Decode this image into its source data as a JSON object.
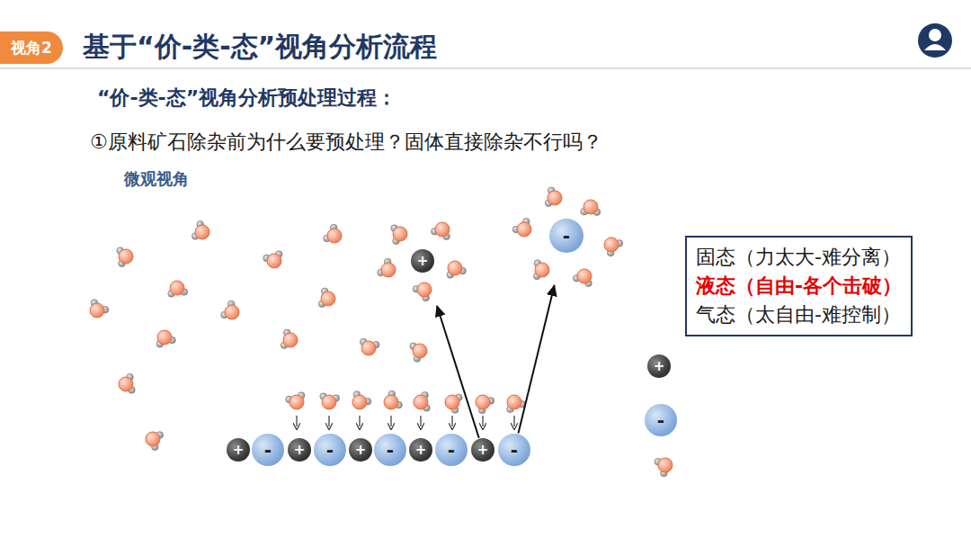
{
  "diagram": {
    "title": "基于“价-类-态”视角分析流程",
    "nodes": [
      {
        "text": [
          "视角2"
        ]
      },
      {
        "text": [
          "+"
        ]
      },
      {
        "text": [
          "-"
        ]
      },
      {
        "text": [
          "固态（力太大-难分离）",
          "液态（自由-各个击破）",
          "气态（太自由-难控制）"
        ]
      },
      {
        "text": [
          "+"
        ]
      },
      {
        "text": [
          "-"
        ]
      },
      {
        "text": [
          "+"
        ]
      },
      {
        "text": [
          "-"
        ]
      },
      {
        "text": [
          "+"
        ]
      },
      {
        "text": [
          "-"
        ]
      },
      {
        "text": [
          "+"
        ]
      },
      {
        "text": [
          "-"
        ]
      },
      {
        "text": [
          "+"
        ]
      },
      {
        "text": [
          "-"
        ]
      },
      {
        "text": [
          "+"
        ]
      },
      {
        "text": [
          "-"
        ]
      }
    ],
    "edges": [
      {
        "from": 14,
        "to": 1,
        "arrow": "to"
      },
      {
        "from": 15,
        "to": 2,
        "arrow": "to"
      }
    ],
    "labels": [
      "“价-类-态”视角分析预处理过程：",
      "①原料矿石除杂前为什么要预处理？固体直接除杂不行吗？",
      "微观视角"
    ]
  }
}
